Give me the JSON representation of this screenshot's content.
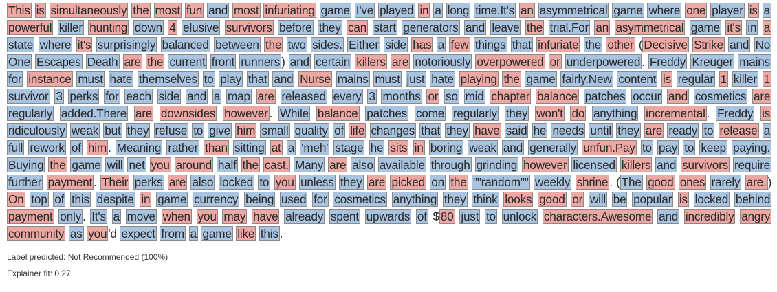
{
  "tokens": [
    [
      "This",
      "n",
      ""
    ],
    [
      "is",
      "n",
      ""
    ],
    [
      "simultaneously",
      "n",
      ""
    ],
    [
      "the",
      "n",
      ""
    ],
    [
      "most",
      "n",
      ""
    ],
    [
      "fun",
      "n",
      ""
    ],
    [
      "and",
      "p",
      ""
    ],
    [
      "most",
      "n",
      ""
    ],
    [
      "infuriating",
      "n",
      ""
    ],
    [
      "game",
      "p",
      ""
    ],
    [
      "I've",
      "p",
      ""
    ],
    [
      "played",
      "p",
      ""
    ],
    [
      "in",
      "n",
      ""
    ],
    [
      "a",
      "p",
      ""
    ],
    [
      "long",
      "p",
      ""
    ],
    [
      "time.It's",
      "p",
      ""
    ],
    [
      "an",
      "n",
      ""
    ],
    [
      "asymmetrical",
      "p",
      ""
    ],
    [
      "game",
      "p",
      ""
    ],
    [
      "where",
      "p",
      ""
    ],
    [
      "one",
      "n",
      ""
    ],
    [
      "player",
      "p",
      ""
    ],
    [
      "is",
      "n",
      ""
    ],
    [
      "a",
      "p",
      ""
    ],
    [
      "powerful",
      "n",
      ""
    ],
    [
      "killer",
      "p",
      ""
    ],
    [
      "hunting",
      "n",
      ""
    ],
    [
      "down",
      "p",
      ""
    ],
    [
      "4",
      "n",
      ""
    ],
    [
      "elusive",
      "p",
      ""
    ],
    [
      "survivors",
      "n",
      ""
    ],
    [
      "before",
      "p",
      ""
    ],
    [
      "they",
      "p",
      ""
    ],
    [
      "can",
      "n",
      ""
    ],
    [
      "start",
      "p",
      ""
    ],
    [
      "generators",
      "p",
      ""
    ],
    [
      "and",
      "p",
      ""
    ],
    [
      "leave",
      "p",
      ""
    ],
    [
      "the",
      "n",
      ""
    ],
    [
      "trial.For",
      "p",
      ""
    ],
    [
      "an",
      "n",
      ""
    ],
    [
      "asymmetrical",
      "n",
      ""
    ],
    [
      "game",
      "p",
      ""
    ],
    [
      "it's",
      "n",
      ""
    ],
    [
      "in",
      "p",
      ""
    ],
    [
      "a",
      "n",
      ""
    ],
    [
      "state",
      "p",
      ""
    ],
    [
      "where",
      "p",
      ""
    ],
    [
      "it's",
      "n",
      ""
    ],
    [
      "surprisingly",
      "p",
      ""
    ],
    [
      "balanced",
      "p",
      ""
    ],
    [
      "between",
      "p",
      ""
    ],
    [
      "the",
      "n",
      ""
    ],
    [
      "two",
      "p",
      ""
    ],
    [
      "sides.",
      "p",
      ""
    ],
    [
      "Either",
      "p",
      ""
    ],
    [
      "side",
      "p",
      ""
    ],
    [
      "has",
      "n",
      ""
    ],
    [
      "a",
      "p",
      ""
    ],
    [
      "few",
      "n",
      ""
    ],
    [
      "things",
      "p",
      ""
    ],
    [
      "that",
      "p",
      ""
    ],
    [
      "infuriate",
      "n",
      ""
    ],
    [
      "the",
      "p",
      ""
    ],
    [
      "other",
      "n",
      " ("
    ],
    [
      "Decisive",
      "n",
      ""
    ],
    [
      "Strike",
      "n",
      ""
    ],
    [
      "and",
      "p",
      ""
    ],
    [
      "No",
      "p",
      ""
    ],
    [
      "One",
      "p",
      ""
    ],
    [
      "Escapes",
      "p",
      ""
    ],
    [
      "Death",
      "p",
      ""
    ],
    [
      "are",
      "n",
      ""
    ],
    [
      "the",
      "n",
      ""
    ],
    [
      "current",
      "p",
      ""
    ],
    [
      "front",
      "p",
      ""
    ],
    [
      "runners",
      "p",
      ") "
    ],
    [
      "and",
      "p",
      ""
    ],
    [
      "certain",
      "p",
      ""
    ],
    [
      "killers",
      "n",
      ""
    ],
    [
      "are",
      "n",
      ""
    ],
    [
      "notoriously",
      "p",
      ""
    ],
    [
      "overpowered",
      "n",
      ""
    ],
    [
      "or",
      "n",
      ""
    ],
    [
      "underpowered",
      "p",
      ". "
    ],
    [
      "Freddy",
      "p",
      ""
    ],
    [
      "Kreuger",
      "p",
      ""
    ],
    [
      "mains",
      "p",
      ""
    ],
    [
      "for",
      "p",
      ""
    ],
    [
      "instance",
      "n",
      ""
    ],
    [
      "must",
      "p",
      ""
    ],
    [
      "hate",
      "p",
      ""
    ],
    [
      "themselves",
      "p",
      ""
    ],
    [
      "to",
      "p",
      ""
    ],
    [
      "play",
      "p",
      ""
    ],
    [
      "that",
      "p",
      ""
    ],
    [
      "and",
      "p",
      ""
    ],
    [
      "Nurse",
      "n",
      ""
    ],
    [
      "mains",
      "p",
      ""
    ],
    [
      "must",
      "p",
      ""
    ],
    [
      "just",
      "p",
      ""
    ],
    [
      "hate",
      "p",
      ""
    ],
    [
      "playing",
      "n",
      ""
    ],
    [
      "the",
      "n",
      ""
    ],
    [
      "game",
      "p",
      ""
    ],
    [
      "fairly.New",
      "p",
      ""
    ],
    [
      "content",
      "p",
      ""
    ],
    [
      "is",
      "n",
      ""
    ],
    [
      "regular",
      "p",
      ""
    ],
    [
      "1",
      "n",
      ""
    ],
    [
      "killer",
      "p",
      ""
    ],
    [
      "1",
      "n",
      ""
    ],
    [
      "survivor",
      "p",
      ""
    ],
    [
      "3",
      "p",
      ""
    ],
    [
      "perks",
      "p",
      ""
    ],
    [
      "for",
      "p",
      ""
    ],
    [
      "each",
      "p",
      ""
    ],
    [
      "side",
      "p",
      ""
    ],
    [
      "and",
      "p",
      ""
    ],
    [
      "a",
      "p",
      ""
    ],
    [
      "map",
      "p",
      ""
    ],
    [
      "are",
      "n",
      ""
    ],
    [
      "released",
      "p",
      ""
    ],
    [
      "every",
      "p",
      ""
    ],
    [
      "3",
      "p",
      ""
    ],
    [
      "months",
      "p",
      ""
    ],
    [
      "or",
      "n",
      ""
    ],
    [
      "so",
      "p",
      ""
    ],
    [
      "mid",
      "p",
      ""
    ],
    [
      "chapter",
      "n",
      ""
    ],
    [
      "balance",
      "n",
      ""
    ],
    [
      "patches",
      "p",
      ""
    ],
    [
      "occur",
      "p",
      ""
    ],
    [
      "and",
      "n",
      ""
    ],
    [
      "cosmetics",
      "p",
      ""
    ],
    [
      "are",
      "n",
      ""
    ],
    [
      "regularly",
      "p",
      ""
    ],
    [
      "added.There",
      "p",
      ""
    ],
    [
      "are",
      "n",
      ""
    ],
    [
      "downsides",
      "n",
      ""
    ],
    [
      "however",
      "n",
      ". "
    ],
    [
      "While",
      "p",
      ""
    ],
    [
      "balance",
      "n",
      ""
    ],
    [
      "patches",
      "p",
      ""
    ],
    [
      "come",
      "p",
      ""
    ],
    [
      "regularly",
      "p",
      ""
    ],
    [
      "they",
      "p",
      ""
    ],
    [
      "won't",
      "n",
      ""
    ],
    [
      "do",
      "n",
      ""
    ],
    [
      "anything",
      "p",
      ""
    ],
    [
      "incremental",
      "n",
      ". "
    ],
    [
      "Freddy",
      "p",
      ""
    ],
    [
      "is",
      "n",
      ""
    ],
    [
      "ridiculously",
      "p",
      ""
    ],
    [
      "weak",
      "p",
      ""
    ],
    [
      "but",
      "p",
      ""
    ],
    [
      "they",
      "p",
      ""
    ],
    [
      "refuse",
      "p",
      ""
    ],
    [
      "to",
      "p",
      ""
    ],
    [
      "give",
      "p",
      ""
    ],
    [
      "him",
      "n",
      ""
    ],
    [
      "small",
      "p",
      ""
    ],
    [
      "quality",
      "p",
      ""
    ],
    [
      "of",
      "p",
      ""
    ],
    [
      "life",
      "n",
      ""
    ],
    [
      "changes",
      "p",
      ""
    ],
    [
      "that",
      "p",
      ""
    ],
    [
      "they",
      "p",
      ""
    ],
    [
      "have",
      "n",
      ""
    ],
    [
      "said",
      "p",
      ""
    ],
    [
      "he",
      "p",
      ""
    ],
    [
      "needs",
      "p",
      ""
    ],
    [
      "until",
      "p",
      ""
    ],
    [
      "they",
      "p",
      ""
    ],
    [
      "are",
      "n",
      ""
    ],
    [
      "ready",
      "p",
      ""
    ],
    [
      "to",
      "p",
      ""
    ],
    [
      "release",
      "n",
      ""
    ],
    [
      "a",
      "p",
      ""
    ],
    [
      "full",
      "p",
      ""
    ],
    [
      "rework",
      "p",
      ""
    ],
    [
      "of",
      "p",
      ""
    ],
    [
      "him",
      "n",
      ". "
    ],
    [
      "Meaning",
      "p",
      ""
    ],
    [
      "rather",
      "p",
      ""
    ],
    [
      "than",
      "n",
      ""
    ],
    [
      "sitting",
      "p",
      ""
    ],
    [
      "at",
      "n",
      ""
    ],
    [
      "a",
      "p",
      ""
    ],
    [
      "'meh'",
      "p",
      ""
    ],
    [
      "stage",
      "p",
      ""
    ],
    [
      "he",
      "p",
      ""
    ],
    [
      "sits",
      "n",
      ""
    ],
    [
      "in",
      "n",
      ""
    ],
    [
      "boring",
      "p",
      ""
    ],
    [
      "weak",
      "p",
      ""
    ],
    [
      "and",
      "p",
      ""
    ],
    [
      "generally",
      "p",
      ""
    ],
    [
      "unfun.Pay",
      "n",
      ""
    ],
    [
      "to",
      "p",
      ""
    ],
    [
      "pay",
      "p",
      ""
    ],
    [
      "to",
      "p",
      ""
    ],
    [
      "keep",
      "p",
      ""
    ],
    [
      "paying.",
      "p",
      ""
    ],
    [
      "Buying",
      "p",
      ""
    ],
    [
      "the",
      "n",
      ""
    ],
    [
      "game",
      "p",
      ""
    ],
    [
      "will",
      "p",
      ""
    ],
    [
      "net",
      "p",
      ""
    ],
    [
      "you",
      "n",
      ""
    ],
    [
      "around",
      "n",
      ""
    ],
    [
      "half",
      "p",
      ""
    ],
    [
      "the",
      "n",
      ""
    ],
    [
      "cast.",
      "n",
      ""
    ],
    [
      "Many",
      "p",
      ""
    ],
    [
      "are",
      "n",
      ""
    ],
    [
      "also",
      "p",
      ""
    ],
    [
      "available",
      "p",
      ""
    ],
    [
      "through",
      "p",
      ""
    ],
    [
      "grinding",
      "p",
      ""
    ],
    [
      "however",
      "n",
      ""
    ],
    [
      "licensed",
      "p",
      ""
    ],
    [
      "killers",
      "n",
      ""
    ],
    [
      "and",
      "p",
      ""
    ],
    [
      "survivors",
      "n",
      ""
    ],
    [
      "require",
      "p",
      ""
    ],
    [
      "further",
      "p",
      ""
    ],
    [
      "payment",
      "n",
      ". "
    ],
    [
      "Their",
      "n",
      ""
    ],
    [
      "perks",
      "p",
      ""
    ],
    [
      "are",
      "n",
      ""
    ],
    [
      "also",
      "p",
      ""
    ],
    [
      "locked",
      "p",
      ""
    ],
    [
      "to",
      "p",
      ""
    ],
    [
      "you",
      "n",
      ""
    ],
    [
      "unless",
      "p",
      ""
    ],
    [
      "they",
      "p",
      ""
    ],
    [
      "are",
      "n",
      ""
    ],
    [
      "picked",
      "n",
      ""
    ],
    [
      "on",
      "p",
      ""
    ],
    [
      "the",
      "n",
      ""
    ],
    [
      "\"\"random\"\"",
      "p",
      ""
    ],
    [
      "weekly",
      "p",
      ""
    ],
    [
      "shrine",
      "n",
      ". ("
    ],
    [
      "The",
      "p",
      ""
    ],
    [
      "good",
      "n",
      ""
    ],
    [
      "ones",
      "n",
      ""
    ],
    [
      "rarely",
      "p",
      ""
    ],
    [
      "are.",
      "n",
      ") "
    ],
    [
      "On",
      "n",
      ""
    ],
    [
      "top",
      "p",
      ""
    ],
    [
      "of",
      "p",
      ""
    ],
    [
      "this",
      "p",
      ""
    ],
    [
      "despite",
      "p",
      ""
    ],
    [
      "in",
      "n",
      ""
    ],
    [
      "game",
      "p",
      ""
    ],
    [
      "currency",
      "p",
      ""
    ],
    [
      "being",
      "p",
      ""
    ],
    [
      "used",
      "p",
      ""
    ],
    [
      "for",
      "p",
      ""
    ],
    [
      "cosmetics",
      "p",
      ""
    ],
    [
      "anything",
      "p",
      ""
    ],
    [
      "they",
      "p",
      ""
    ],
    [
      "think",
      "p",
      ""
    ],
    [
      "looks",
      "n",
      ""
    ],
    [
      "good",
      "n",
      ""
    ],
    [
      "or",
      "n",
      ""
    ],
    [
      "will",
      "p",
      ""
    ],
    [
      "be",
      "p",
      ""
    ],
    [
      "popular",
      "p",
      ""
    ],
    [
      "is",
      "n",
      ""
    ],
    [
      "locked",
      "p",
      ""
    ],
    [
      "behind",
      "p",
      ""
    ],
    [
      "payment",
      "n",
      ""
    ],
    [
      "only",
      "p",
      ". "
    ],
    [
      "It's",
      "p",
      ""
    ],
    [
      "a",
      "p",
      ""
    ],
    [
      "move",
      "p",
      ""
    ],
    [
      "when",
      "n",
      ""
    ],
    [
      "you",
      "n",
      ""
    ],
    [
      "may",
      "n",
      ""
    ],
    [
      "have",
      "n",
      ""
    ],
    [
      "already",
      "p",
      ""
    ],
    [
      "spent",
      "p",
      ""
    ],
    [
      "upwards",
      "p",
      ""
    ],
    [
      "of",
      "p",
      " $"
    ],
    [
      "80",
      "n",
      ""
    ],
    [
      "just",
      "p",
      ""
    ],
    [
      "to",
      "p",
      ""
    ],
    [
      "unlock",
      "p",
      ""
    ],
    [
      "characters.Awesome",
      "n",
      ""
    ],
    [
      "and",
      "p",
      ""
    ],
    [
      "incredibly",
      "n",
      ""
    ],
    [
      "angry",
      "n",
      ""
    ],
    [
      "community",
      "n",
      ""
    ],
    [
      "as",
      "p",
      ""
    ],
    [
      "you",
      "n",
      "'d "
    ],
    [
      "expect",
      "p",
      ""
    ],
    [
      "from",
      "p",
      ""
    ],
    [
      "a",
      "p",
      ""
    ],
    [
      "game",
      "p",
      ""
    ],
    [
      "like",
      "n",
      ""
    ],
    [
      "this",
      "p",
      "."
    ]
  ],
  "label_predicted": "Label predicted: Not Recommended (100%)",
  "explainer_fit": "Explainer fit: 0.27",
  "colors": {
    "positive_weight": "#a9c4e0",
    "negative_weight": "#eea8a4",
    "token_border": "#8a8a8a"
  }
}
